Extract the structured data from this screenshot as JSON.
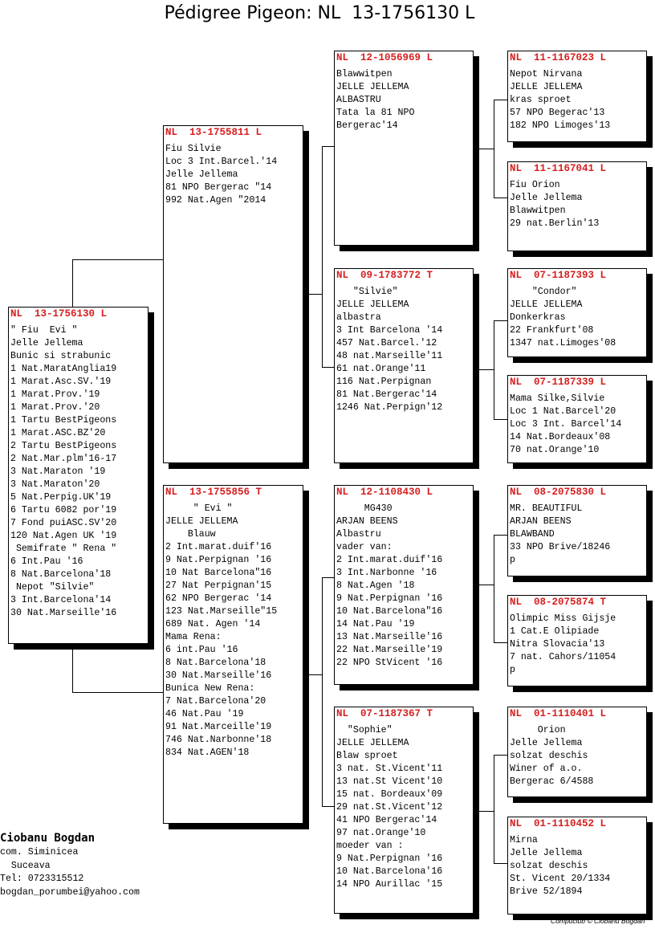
{
  "title": "Pédigree Pigeon: NL  13-1756130 L",
  "birds": {
    "main": {
      "ring": "NL  13-1756130 L",
      "lines": [
        "\" Fiu  Evi \"",
        "Jelle Jellema",
        "Bunic si strabunic",
        "1 Nat.MaratAnglia19",
        "1 Marat.Asc.SV.'19",
        "1 Marat.Prov.'19",
        "1 Marat.Prov.'20",
        "1 Tartu BestPigeons",
        "1 Marat.ASC.BZ'20",
        "2 Tartu BestPigeons",
        "2 Nat.Mar.plm'16-17",
        "3 Nat.Maraton '19",
        "3 Nat.Maraton'20",
        "5 Nat.Perpig.UK'19",
        "6 Tartu 6082 por'19",
        "7 Fond puiASC.SV'20",
        "120 Nat.Agen UK '19",
        " Semifrate \" Rena \"",
        "6 Int.Pau '16",
        "8 Nat.Barcelona'18",
        " Nepot \"Silvie\"",
        "3 Int.Barcelona'14",
        "30 Nat.Marseille'16"
      ]
    },
    "sire": {
      "ring": "NL  13-1755811 L",
      "lines": [
        "Fiu Silvie",
        "Loc 3 Int.Barcel.'14",
        "Jelle Jellema",
        "81 NPO Bergerac \"14",
        "992 Nat.Agen \"2014"
      ]
    },
    "dam": {
      "ring": "NL  13-1755856 T",
      "lines": [
        "     \" Evi \"",
        "JELLE JELLEMA",
        "    Blauw",
        "2 Int.marat.duif'16",
        "9 Nat.Perpignan '16",
        "10 Nat Barcelona\"16",
        "27 Nat Perpignan'15",
        "62 NPO Bergerac '14",
        "123 Nat.Marseille\"15",
        "689 Nat. Agen '14",
        "Mama Rena:",
        "6 int.Pau '16",
        "8 Nat.Barcelona'18",
        "30 Nat.Marseille'16",
        "Bunica New Rena:",
        "7 Nat.Barcelona'20",
        "46 Nat.Pau '19",
        "91 Nat.Marceille'19",
        "746 Nat.Narbonne'18",
        "834 Nat.AGEN'18"
      ]
    },
    "ss": {
      "ring": "NL  12-1056969 L",
      "lines": [
        "Blawwitpen",
        "JELLE JELLEMA",
        "ALBASTRU",
        "Tata la 81 NPO",
        "Bergerac'14"
      ]
    },
    "sd": {
      "ring": "NL  09-1783772 T",
      "lines": [
        "   \"Silvie\"",
        "JELLE JELLEMA",
        "albastra",
        "3 Int Barcelona '14",
        "457 Nat.Barcel.'12",
        "48 nat.Marseille'11",
        "61 nat.Orange'11",
        "116 Nat.Perpignan",
        "81 Nat.Bergerac'14",
        "1246 Nat.Perpign'12"
      ]
    },
    "ds": {
      "ring": "NL  12-1108430 L",
      "lines": [
        "     MG430",
        "ARJAN BEENS",
        "Albastru",
        "vader van:",
        "2 Int.marat.duif'16",
        "3 Int.Narbonne '16",
        "8 Nat.Agen '18",
        "9 Nat.Perpignan '16",
        "10 Nat.Barcelona\"16",
        "14 Nat.Pau '19",
        "13 Nat.Marseille'16",
        "22 Nat.Marseille'19",
        "22 NPO StVicent '16"
      ]
    },
    "dd": {
      "ring": "NL  07-1187367 T",
      "lines": [
        "  \"Sophie\"",
        "JELLE JELLEMA",
        "Blaw sproet",
        "3 nat. St.Vicent'11",
        "13 nat.St Vicent'10",
        "15 nat. Bordeaux'09",
        "29 nat.St.Vicent'12",
        "41 NPO Bergerac'14",
        "97 nat.Orange'10",
        "moeder van :",
        "9 Nat.Perpignan '16",
        "10 Nat.Barcelona'16",
        "14 NPO Aurillac '15"
      ]
    },
    "sss": {
      "ring": "NL  11-1167023 L",
      "lines": [
        "Nepot Nirvana",
        "JELLE JELLEMA",
        "kras sproet",
        "57 NPO Begerac'13",
        "182 NPO Limoges'13"
      ]
    },
    "ssd": {
      "ring": "NL  11-1167041 L",
      "lines": [
        "Fiu Orion",
        "Jelle Jellema",
        "Blawwitpen",
        "29 nat.Berlin'13"
      ]
    },
    "sds": {
      "ring": "NL  07-1187393 L",
      "lines": [
        "    \"Condor\"",
        "JELLE JELLEMA",
        "Donkerkras",
        "22 Frankfurt'08",
        "1347 nat.Limoges'08"
      ]
    },
    "sdd": {
      "ring": "NL  07-1187339 L",
      "lines": [
        "Mama Silke,Silvie",
        "Loc 1 Nat.Barcel'20",
        "Loc 3 Int. Barcel'14",
        "14 Nat.Bordeaux'08",
        "70 nat.Orange'10"
      ]
    },
    "dss": {
      "ring": "NL  08-2075830 L",
      "lines": [
        "MR. BEAUTIFUL",
        "ARJAN BEENS",
        "BLAWBAND",
        "33 NPO Brive/18246",
        "p"
      ]
    },
    "dsd": {
      "ring": "NL  08-2075874 T",
      "lines": [
        "Olimpic Miss Gijsje",
        "1 Cat.E Olipiade",
        "Nitra Slovacia'13",
        "7 nat. Cahors/11054",
        "p"
      ]
    },
    "dds": {
      "ring": "NL  01-1110401 L",
      "lines": [
        "     Orion",
        "Jelle Jellema",
        "solzat deschis",
        "Winer of a.o.",
        "Bergerac 6/4588"
      ]
    },
    "ddd": {
      "ring": "NL  01-1110452 L",
      "lines": [
        "Mirna",
        "Jelle Jellema",
        "solzat deschis",
        "St. Vicent 20/1334",
        "Brive 52/1894"
      ]
    }
  },
  "owner": {
    "name": "Ciobanu Bogdan",
    "lines": [
      "com. Siminicea",
      "  Suceava",
      "Tel: 0723315512",
      "bogdan_porumbei@yahoo.com"
    ]
  },
  "copyright": "Compuclub © Ciobanu Bogdan"
}
